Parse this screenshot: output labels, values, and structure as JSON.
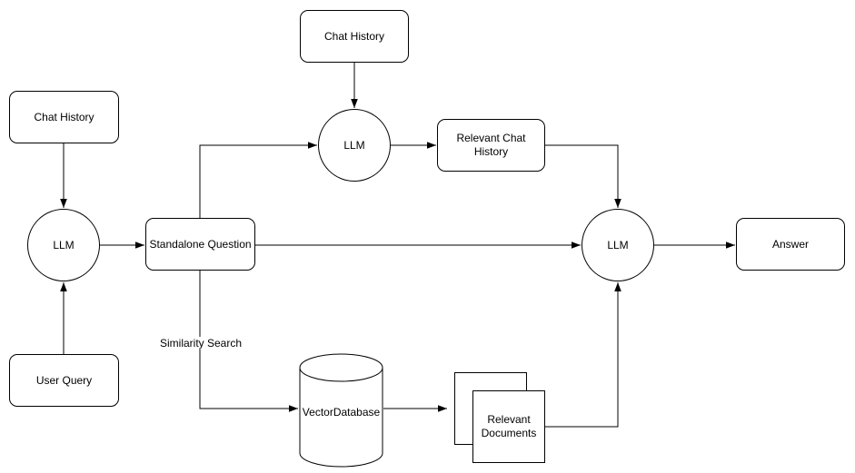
{
  "diagram": {
    "colors": {
      "stroke": "#000000",
      "fill": "#ffffff",
      "text": "#000000"
    },
    "nodes": {
      "chat_history_left": {
        "label": "Chat History",
        "shape": "rounded-rectangle"
      },
      "llm_left": {
        "label": "LLM",
        "shape": "circle"
      },
      "user_query": {
        "label": "User Query",
        "shape": "rounded-rectangle"
      },
      "standalone_question": {
        "label": "Standalone Question",
        "shape": "rounded-rectangle"
      },
      "chat_history_top": {
        "label": "Chat History",
        "shape": "rounded-rectangle"
      },
      "llm_top": {
        "label": "LLM",
        "shape": "circle"
      },
      "relevant_chat_history": {
        "label": "Relevant Chat History",
        "shape": "rounded-rectangle"
      },
      "llm_right": {
        "label": "LLM",
        "shape": "circle"
      },
      "answer": {
        "label": "Answer",
        "shape": "rounded-rectangle"
      },
      "vector_database": {
        "label": "VectorDatabase",
        "shape": "cylinder"
      },
      "relevant_documents": {
        "label": "Relevant Documents",
        "shape": "document-stack"
      }
    },
    "edges": [
      {
        "from": "chat_history_left",
        "to": "llm_left",
        "label": ""
      },
      {
        "from": "user_query",
        "to": "llm_left",
        "label": ""
      },
      {
        "from": "llm_left",
        "to": "standalone_question",
        "label": ""
      },
      {
        "from": "standalone_question",
        "to": "llm_top",
        "label": ""
      },
      {
        "from": "chat_history_top",
        "to": "llm_top",
        "label": ""
      },
      {
        "from": "llm_top",
        "to": "relevant_chat_history",
        "label": ""
      },
      {
        "from": "relevant_chat_history",
        "to": "llm_right",
        "label": ""
      },
      {
        "from": "standalone_question",
        "to": "llm_right",
        "label": ""
      },
      {
        "from": "standalone_question",
        "to": "vector_database",
        "label": "Similarity Search"
      },
      {
        "from": "vector_database",
        "to": "relevant_documents",
        "label": ""
      },
      {
        "from": "relevant_documents",
        "to": "llm_right",
        "label": ""
      },
      {
        "from": "llm_right",
        "to": "answer",
        "label": ""
      }
    ]
  }
}
